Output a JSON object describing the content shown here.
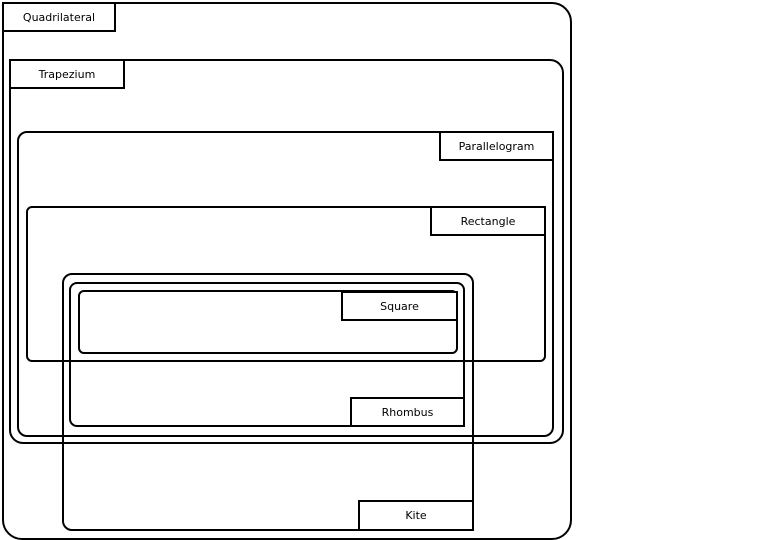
{
  "diagram": {
    "labels": {
      "quadrilateral": "Quadrilateral",
      "trapezium": "Trapezium",
      "parallelogram": "Parallelogram",
      "rectangle": "Rectangle",
      "square": "Square",
      "rhombus": "Rhombus",
      "kite": "Kite"
    }
  }
}
